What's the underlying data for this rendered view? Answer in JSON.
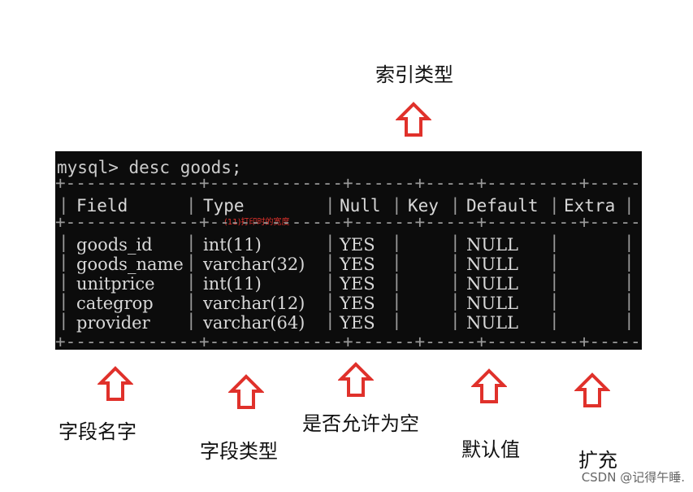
{
  "labels": {
    "index_type": "索引类型",
    "field_name": "字段名字",
    "field_type": "字段类型",
    "allow_null": "是否允许为空",
    "default_value": "默认值",
    "extra": "扩充"
  },
  "terminal": {
    "prompt": "mysql> desc goods;",
    "headers": [
      "Field",
      "Type",
      "Null",
      "Key",
      "Default",
      "Extra"
    ],
    "annotation": "(11)打印时的宽度",
    "rows": [
      {
        "field": "goods_id",
        "type": "int(11)",
        "null": "YES",
        "key": "",
        "default": "NULL",
        "extra": ""
      },
      {
        "field": "goods_name",
        "type": "varchar(32)",
        "null": "YES",
        "key": "",
        "default": "NULL",
        "extra": ""
      },
      {
        "field": "unitprice",
        "type": "int(11)",
        "null": "YES",
        "key": "",
        "default": "NULL",
        "extra": ""
      },
      {
        "field": "categrop",
        "type": "varchar(12)",
        "null": "YES",
        "key": "",
        "default": "NULL",
        "extra": ""
      },
      {
        "field": "provider",
        "type": "varchar(64)",
        "null": "YES",
        "key": "",
        "default": "NULL",
        "extra": ""
      }
    ]
  },
  "watermark": "CSDN @记得午睡.",
  "colors": {
    "arrow": "#e0312b",
    "terminal_bg": "#0c0c0c",
    "terminal_text": "#cccccc"
  },
  "icons": {
    "arrow": "up-arrow-icon"
  }
}
